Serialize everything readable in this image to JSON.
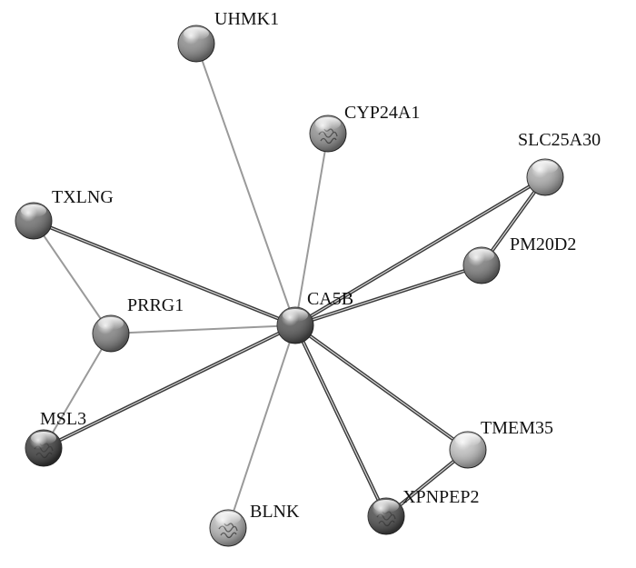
{
  "network": {
    "center": "CA5B",
    "nodes": [
      {
        "id": "CA5B",
        "label": "CA5B",
        "shade": "#555555",
        "structure": false
      },
      {
        "id": "UHMK1",
        "label": "UHMK1",
        "shade": "#8a8a8a",
        "structure": false
      },
      {
        "id": "CYP24A1",
        "label": "CYP24A1",
        "shade": "#8f8f8f",
        "structure": true
      },
      {
        "id": "SLC25A30",
        "label": "SLC25A30",
        "shade": "#a8a8a8",
        "structure": false
      },
      {
        "id": "TXLNG",
        "label": "TXLNG",
        "shade": "#6e6e6e",
        "structure": false
      },
      {
        "id": "PM20D2",
        "label": "PM20D2",
        "shade": "#7a7a7a",
        "structure": false
      },
      {
        "id": "PRRG1",
        "label": "PRRG1",
        "shade": "#7f7f7f",
        "structure": false
      },
      {
        "id": "MSL3",
        "label": "MSL3",
        "shade": "#3c3c3c",
        "structure": true
      },
      {
        "id": "TMEM35",
        "label": "TMEM35",
        "shade": "#bdbdbd",
        "structure": false
      },
      {
        "id": "BLNK",
        "label": "BLNK",
        "shade": "#b0b0b0",
        "structure": true
      },
      {
        "id": "XPNPEP2",
        "label": "XPNPEP2",
        "shade": "#4a4a4a",
        "structure": true
      }
    ],
    "edges": [
      {
        "source": "CA5B",
        "target": "UHMK1",
        "strength": "weak"
      },
      {
        "source": "CA5B",
        "target": "CYP24A1",
        "strength": "weak"
      },
      {
        "source": "CA5B",
        "target": "SLC25A30",
        "strength": "strong"
      },
      {
        "source": "CA5B",
        "target": "TXLNG",
        "strength": "strong"
      },
      {
        "source": "CA5B",
        "target": "PM20D2",
        "strength": "strong"
      },
      {
        "source": "CA5B",
        "target": "PRRG1",
        "strength": "weak"
      },
      {
        "source": "CA5B",
        "target": "MSL3",
        "strength": "strong"
      },
      {
        "source": "CA5B",
        "target": "TMEM35",
        "strength": "strong"
      },
      {
        "source": "CA5B",
        "target": "BLNK",
        "strength": "weak"
      },
      {
        "source": "CA5B",
        "target": "XPNPEP2",
        "strength": "strong"
      },
      {
        "source": "SLC25A30",
        "target": "PM20D2",
        "strength": "strong"
      },
      {
        "source": "TXLNG",
        "target": "PRRG1",
        "strength": "weak"
      },
      {
        "source": "PRRG1",
        "target": "MSL3",
        "strength": "weak"
      },
      {
        "source": "TMEM35",
        "target": "XPNPEP2",
        "strength": "strong"
      }
    ]
  },
  "colors": {
    "edge_strong_outer": "#3a3a3a",
    "edge_strong_inner": "#d8d8d8",
    "edge_weak": "#9a9a9a",
    "label_text": "#111111"
  }
}
